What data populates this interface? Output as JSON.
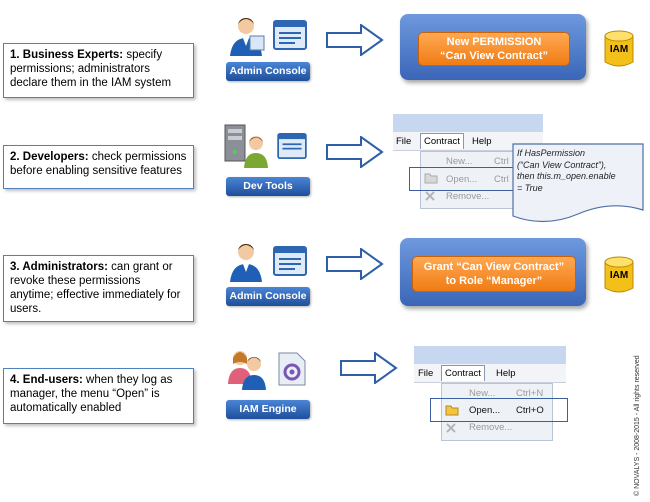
{
  "steps": [
    {
      "title": "1. Business Experts:",
      "text": " specify permissions; administrators declare them in the IAM system"
    },
    {
      "title": "2. Developers:",
      "text": " check permissions before enabling sensitive features"
    },
    {
      "title": "3. Administrators:",
      "text": " can grant or revoke these permissions anytime; effective immediately for users."
    },
    {
      "title": "4. End-users:",
      "text": " when they log as manager, the menu “Open” is automatically enabled"
    }
  ],
  "tools": [
    "Admin Console",
    "Dev Tools",
    "Admin Console",
    "IAM Engine"
  ],
  "panel1": {
    "line1": "New PERMISSION",
    "line2": "“Can View Contract”"
  },
  "panel3": {
    "line1": "Grant “Can View Contract”",
    "line2": "to Role “Manager”"
  },
  "db_label": "IAM",
  "menu2": {
    "bar": [
      "File",
      "Contract",
      "Help"
    ],
    "items": [
      {
        "label": "New...",
        "shortcut": "Ctrl"
      },
      {
        "label": "Open...",
        "shortcut": "Ctrl"
      },
      {
        "label": "Remove...",
        "shortcut": ""
      }
    ],
    "note": [
      "If HasPermission",
      "(“Can View Contract”),",
      "then this.m_open.enable",
      "= True"
    ]
  },
  "menu4": {
    "bar": [
      "File",
      "Contract",
      "Help"
    ],
    "items": [
      {
        "label": "New...",
        "shortcut": "Ctrl+N"
      },
      {
        "label": "Open...",
        "shortcut": "Ctrl+O"
      },
      {
        "label": "Remove...",
        "shortcut": ""
      }
    ]
  },
  "copyright": "© NOVALYS - 2008-2015 - All rights reserved"
}
